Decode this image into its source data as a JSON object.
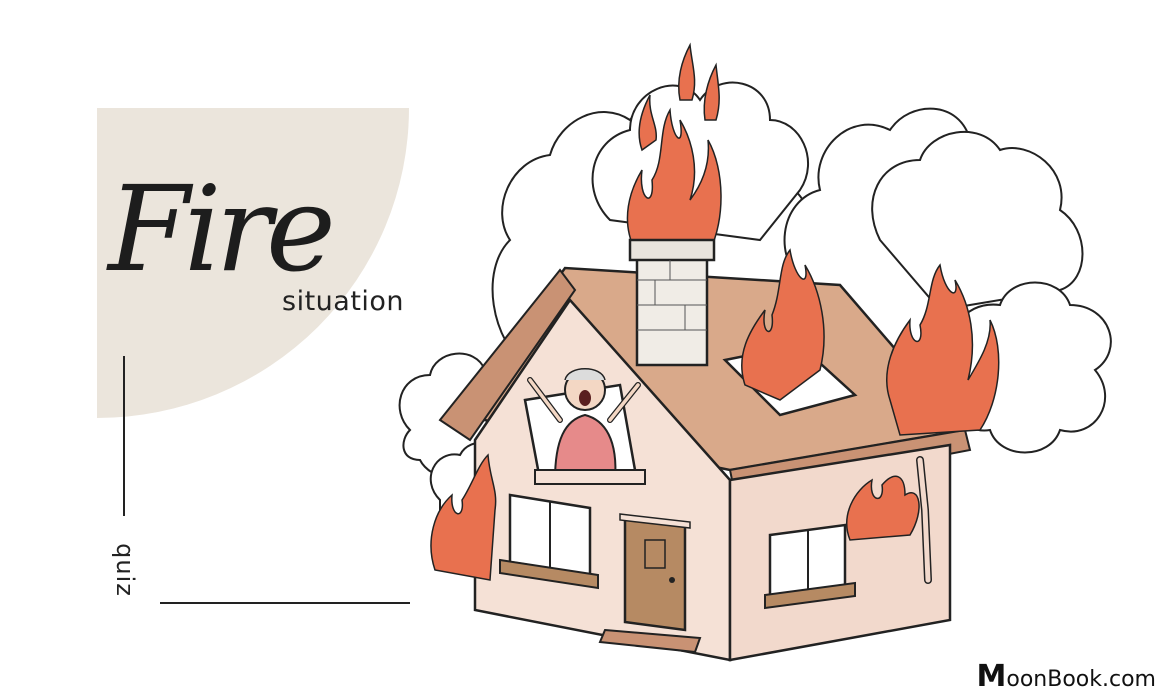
{
  "title": {
    "script_word": "Fire",
    "subtitle": "situation",
    "tag": "quiz"
  },
  "brand": {
    "first_letter": "M",
    "rest": "oonBook.com"
  },
  "colors": {
    "beige": "#ebe5dc",
    "flame": "#e8714f",
    "roof": "#d9a98a",
    "wall": "#f5e1d6",
    "door": "#b68a63",
    "ink": "#1d1d1d"
  },
  "icons": {
    "illustration": "burning-house-icon",
    "person": "screaming-woman-icon"
  }
}
